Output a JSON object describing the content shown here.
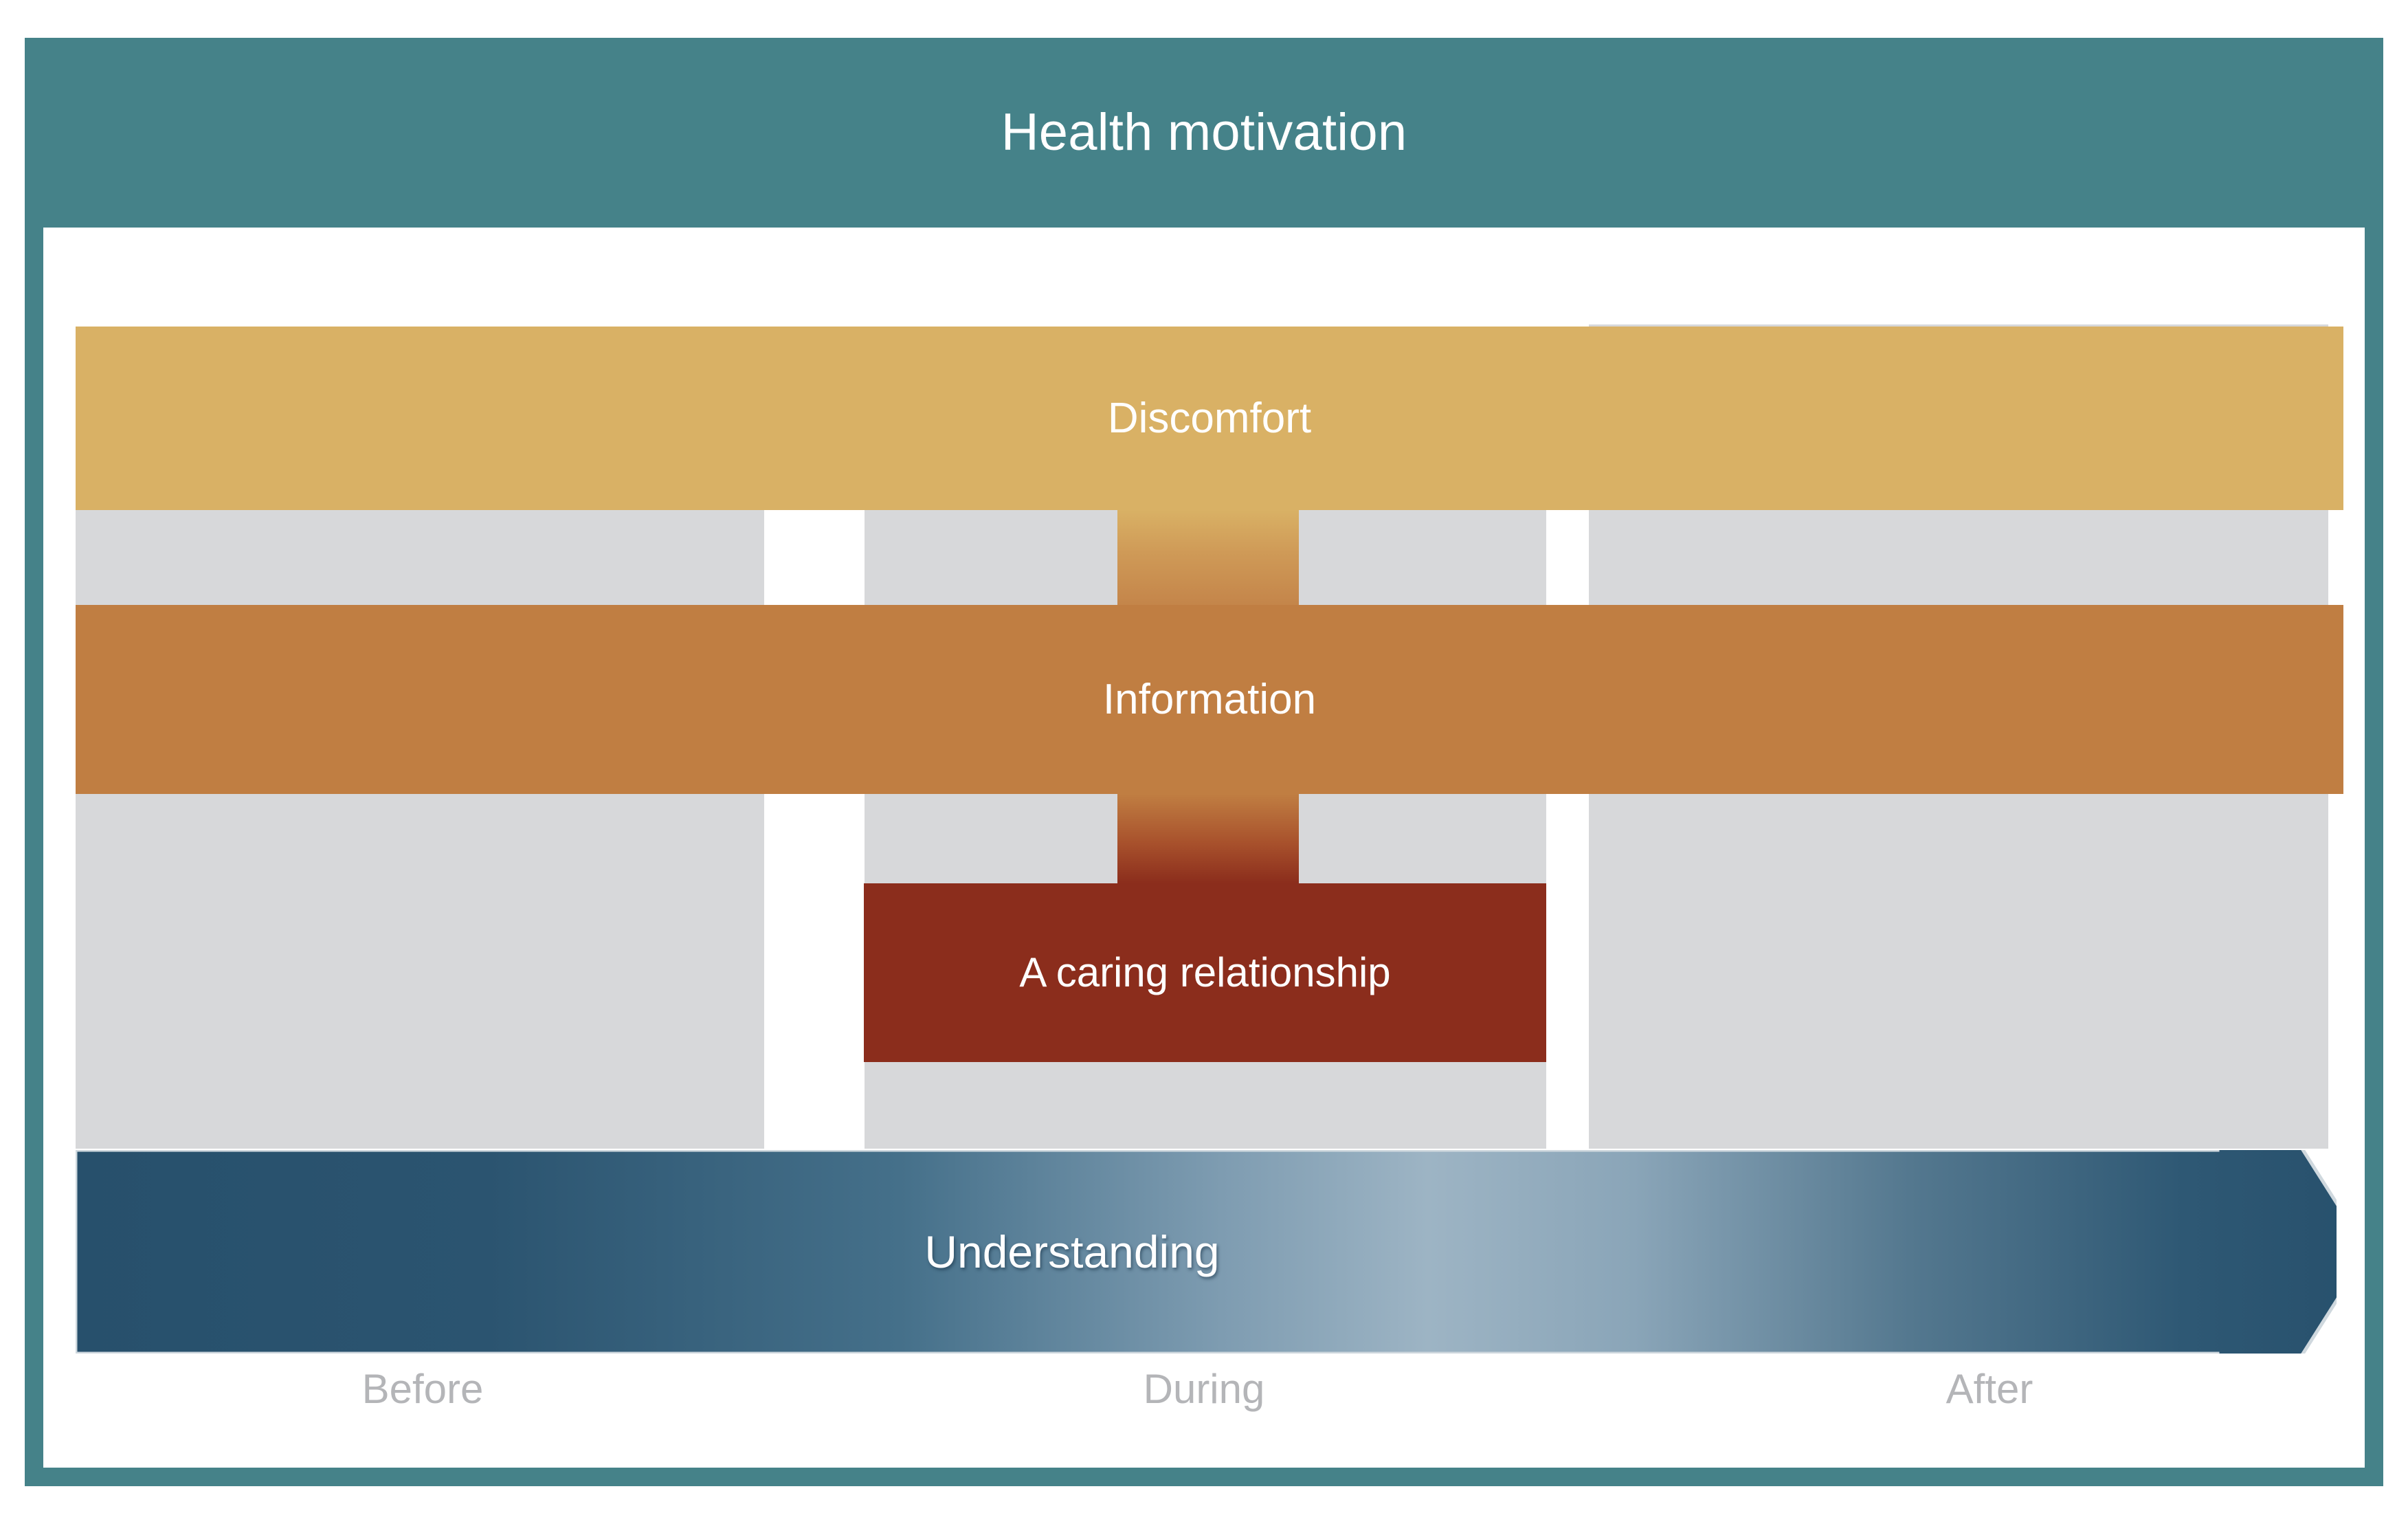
{
  "diagram": {
    "title": "Health motivation",
    "frame_color": "#458289",
    "canvas_color": "#ffffff",
    "column_color": "#d7d8da"
  },
  "bands": [
    {
      "id": "discomfort",
      "label": "Discomfort",
      "color": "#d9b165",
      "text_color": "#ffffff",
      "spans": "before-during-after"
    },
    {
      "id": "information",
      "label": "Information",
      "color": "#c07e42",
      "text_color": "#ffffff",
      "spans": "before-during-after"
    },
    {
      "id": "caring-relationship",
      "label": "A caring relationship",
      "color": "#8b2d1c",
      "text_color": "#ffffff",
      "spans": "during"
    }
  ],
  "arrow": {
    "label": "Understanding",
    "text_color": "#ffffff",
    "gradient_start": "#2a5069",
    "gradient_mid": "#9db4c4",
    "gradient_end": "#27506c",
    "direction": "left-to-right",
    "spans": "before-during-after"
  },
  "phases": [
    {
      "id": "before",
      "label": "Before"
    },
    {
      "id": "during",
      "label": "During"
    },
    {
      "id": "after",
      "label": "After"
    }
  ],
  "connectors": [
    {
      "id": "discomfort-to-information",
      "from_color": "#d9b165",
      "to_color": "#c4854a"
    },
    {
      "id": "information-to-caring",
      "from_color": "#c07e42",
      "to_color": "#8b2d1c"
    }
  ]
}
